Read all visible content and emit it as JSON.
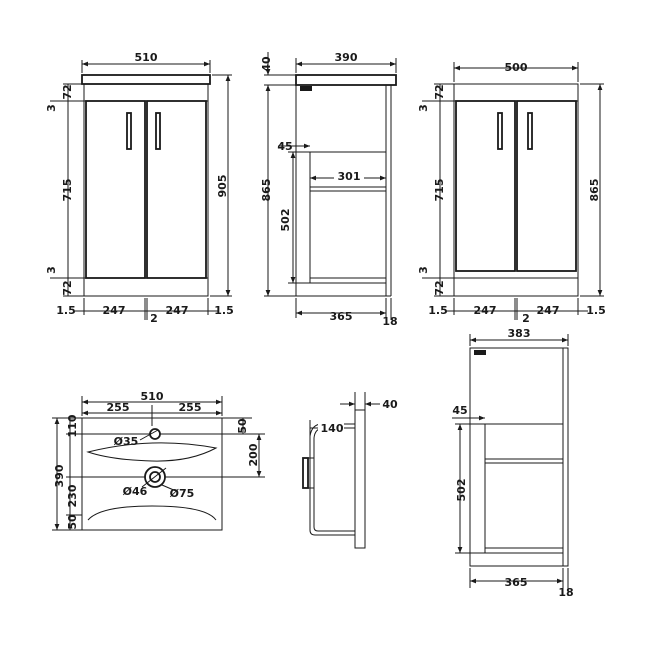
{
  "front_view": {
    "overall_width": "510",
    "overall_height": "905",
    "top_rail": "72",
    "top_gap": "3",
    "door_height": "715",
    "bottom_gap": "3",
    "plinth": "72",
    "side_left": "1.5",
    "door_left": "247",
    "centre_gap": "2",
    "door_right": "247",
    "side_right": "1.5"
  },
  "side_view": {
    "worktop": "40",
    "overall_depth": "390",
    "overall_height": "865",
    "shelf_offset": "45",
    "shelf_depth": "301",
    "interior_height": "502",
    "carcass_depth": "365",
    "door_thickness": "18"
  },
  "front_view_no_top": {
    "overall_width": "500",
    "overall_height": "865",
    "top_rail": "72",
    "top_gap": "3",
    "door_height": "715",
    "bottom_gap": "3",
    "plinth": "72",
    "side_left": "1.5",
    "door_left": "247",
    "centre_gap": "2",
    "door_right": "247",
    "side_right": "1.5"
  },
  "basin_plan": {
    "overall_width": "510",
    "half_left": "255",
    "half_right": "255",
    "overall_depth": "390",
    "tap_offset": "110",
    "waste_offset": "230",
    "front_edge": "50",
    "back_edge": "50",
    "tap_to_waste": "200",
    "tap_hole": "Ø35",
    "waste_hole": "Ø46",
    "bowl_outlet": "Ø75"
  },
  "basin_section": {
    "rim_thickness": "40",
    "bowl_depth": "140"
  },
  "side_view_no_top": {
    "overall_depth": "383",
    "shelf_offset": "45",
    "interior_height": "502",
    "carcass_depth": "365",
    "door_thickness": "18"
  }
}
